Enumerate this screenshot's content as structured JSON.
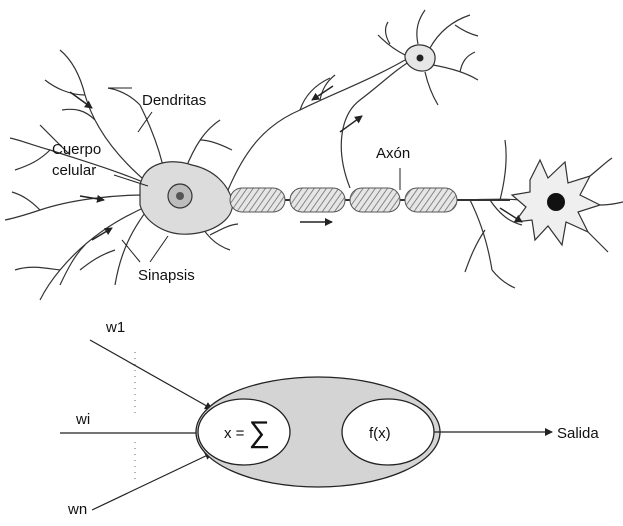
{
  "biological_neuron": {
    "labels": {
      "dendritas": "Dendritas",
      "cuerpo": "Cuerpo",
      "celular": "celular",
      "axon": "Axón",
      "sinapsis": "Sinapsis"
    }
  },
  "artificial_neuron": {
    "inputs": {
      "w1": "w1",
      "wi": "wi",
      "wn": "wn"
    },
    "sum_label": "x = ",
    "sum_symbol": "∑",
    "activation_label": "f(x)",
    "output_label": "Salida"
  },
  "colors": {
    "line": "#222222",
    "myelin": "#8a8a8a",
    "cell_fill": "#d9d9d9",
    "ellipse_fill": "#d4d4d4",
    "nucleus": "#111111"
  }
}
